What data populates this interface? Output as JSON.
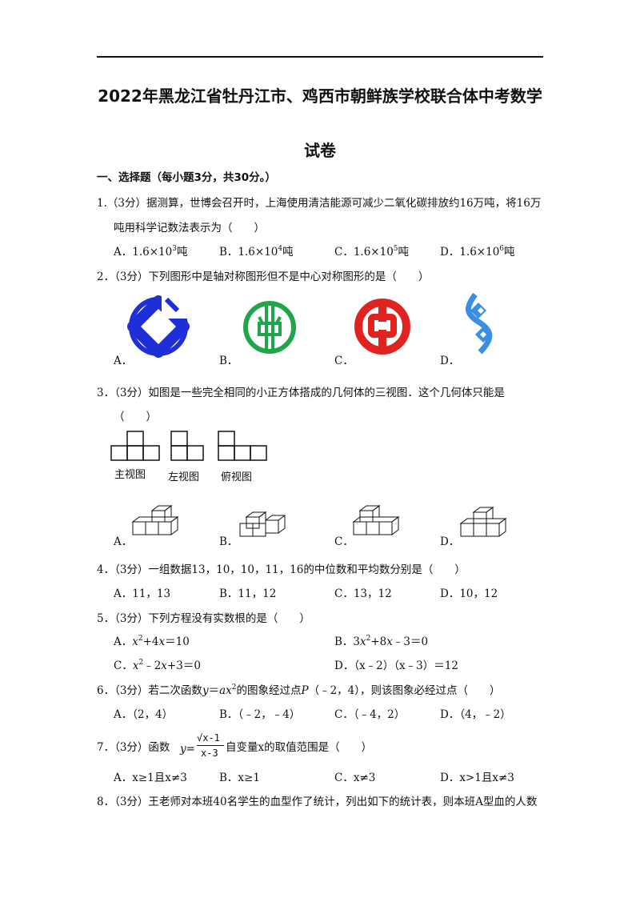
{
  "title": {
    "line1": "2022年黑龙江省牡丹江市、鸡西市朝鲜族学校联合体中考数学",
    "line2": "试卷"
  },
  "section1": {
    "heading": "一、选择题（每小题3分，共30分。）"
  },
  "q1": {
    "line1": "1.（3分）据测算，世博会召开时，上海使用清洁能源可减少二氧化碳排放约16万吨，将16万",
    "line2": "吨用科学记数法表示为（　　）",
    "options": [
      {
        "label": "A．1.6×10",
        "exp": "3",
        "unit": "吨"
      },
      {
        "label": "B．1.6×10",
        "exp": "4",
        "unit": "吨"
      },
      {
        "label": "C．1.6×10",
        "exp": "5",
        "unit": "吨"
      },
      {
        "label": "D．1.6×10",
        "exp": "6",
        "unit": "吨"
      }
    ]
  },
  "q2": {
    "stem": "2．（3分）下列图形中是轴对称图形但不是中心对称图形的是（　　）",
    "options": [
      "A．",
      "B．",
      "C．",
      "D．"
    ],
    "logo_colors": {
      "a": "#1f2fd8",
      "b": "#1fa64a",
      "c": "#e0231f",
      "d": "#3a8fe0"
    }
  },
  "q3": {
    "line1": "3．（3分）如图是一些完全相同的小正方体搭成的几何体的三视图．这个几何体只能是",
    "line2": "（　　）",
    "view_labels": [
      "主视图",
      "左视图",
      "俯视图"
    ],
    "options": [
      "A．",
      "B．",
      "C．",
      "D．"
    ]
  },
  "q4": {
    "stem": "4．（3分）一组数据13，10，10，11，16的中位数和平均数分别是（　　）",
    "options": [
      "A．11，13",
      "B．11，12",
      "C．13，12",
      "D．10，12"
    ]
  },
  "q5": {
    "stem": "5．（3分）下列方程没有实数根的是（　　）",
    "optA": {
      "pre": "A．",
      "v1": "x",
      "exp": "2",
      "rest": "+4",
      "v2": "x",
      "tail": "＝10"
    },
    "optB": {
      "pre": "B．3",
      "v1": "x",
      "exp": "2",
      "rest": "+8",
      "v2": "x",
      "tail": "﹣3＝0"
    },
    "optC": {
      "pre": "C．",
      "v1": "x",
      "exp": "2",
      "rest": "﹣2",
      "v2": "x",
      "tail": "+3＝0"
    },
    "optD": {
      "text": "D．（x﹣2）（x﹣3）＝12"
    }
  },
  "q6": {
    "pre": "6．（3分）若二次函数",
    "fn": "y",
    "eq": "＝",
    "fn2": "ax",
    "exp": "2",
    "mid": "的图象经过点",
    "pt": "P",
    "tail": "（﹣2，4），则该图象必经过点（　　）",
    "options": [
      "A．（2，4）",
      "B．（﹣2，﹣4）",
      "C．（﹣4，2）",
      "D．（4，﹣2）"
    ]
  },
  "q7": {
    "pre": "7．（3分）函数",
    "fn": "y=",
    "num": "√x-1",
    "den": "x-3",
    "tail": "自变量x的取值范围是（　　）",
    "options": [
      "A．x≥1且x≠3",
      "B．x≥1",
      "C．x≠3",
      "D．x>1且x≠3"
    ]
  },
  "q8": {
    "line1": "8．（3分）王老师对本班40名学生的血型作了统计，列出如下的统计表，则本班A型血的人数"
  }
}
